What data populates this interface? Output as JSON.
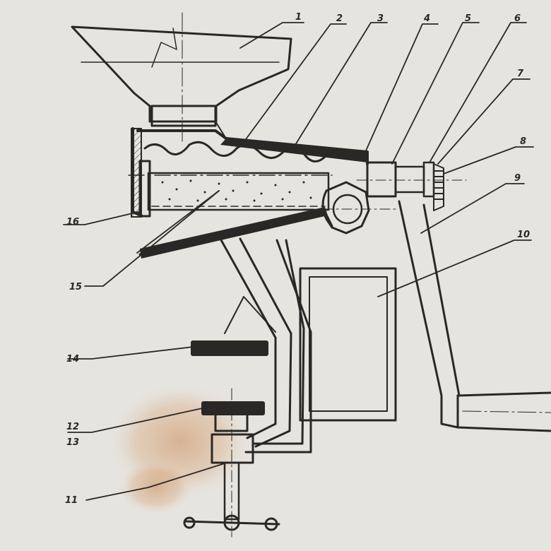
{
  "callouts": [
    {
      "id": "1",
      "text": "1"
    },
    {
      "id": "2",
      "text": "2"
    },
    {
      "id": "3",
      "text": "3"
    },
    {
      "id": "4",
      "text": "4"
    },
    {
      "id": "5",
      "text": "5"
    },
    {
      "id": "6",
      "text": "6"
    },
    {
      "id": "7",
      "text": "7"
    },
    {
      "id": "8",
      "text": "8"
    },
    {
      "id": "9",
      "text": "9"
    },
    {
      "id": "10",
      "text": "10"
    },
    {
      "id": "11",
      "text": "11"
    },
    {
      "id": "12",
      "text": "12"
    },
    {
      "id": "13",
      "text": "13"
    },
    {
      "id": "14",
      "text": "14"
    },
    {
      "id": "15",
      "text": "15"
    },
    {
      "id": "16",
      "text": "16"
    }
  ],
  "colors": {
    "paper": "#e6e4df",
    "ink": "#2a2826",
    "stain": "#c98a55"
  }
}
